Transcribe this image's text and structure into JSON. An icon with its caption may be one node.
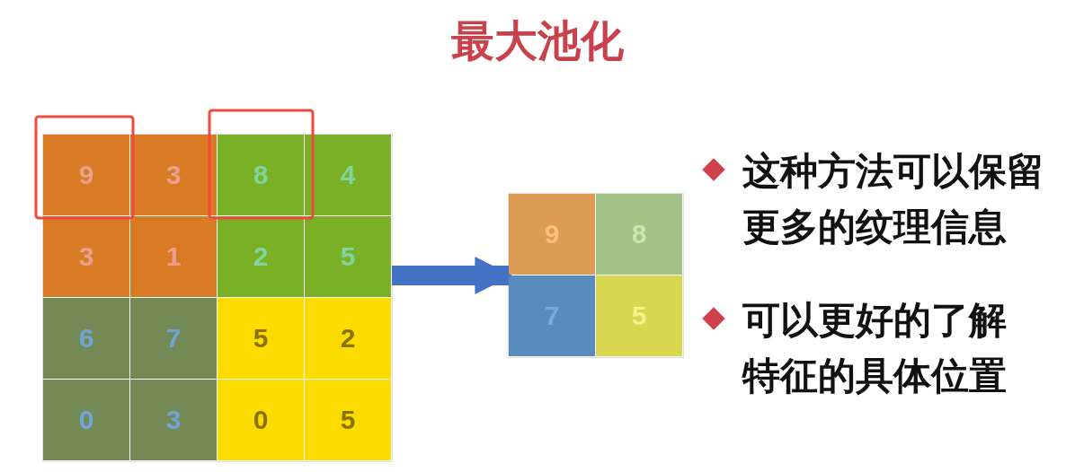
{
  "diagram": {
    "title": "最大池化",
    "nodes": [
      {
        "text": [],
        "shape": "box"
      },
      {
        "text": [
          "9"
        ],
        "in": 0
      },
      {
        "text": [
          "3"
        ],
        "in": 0
      },
      {
        "text": [
          "8"
        ],
        "in": 0
      },
      {
        "text": [
          "4"
        ],
        "in": 0
      },
      {
        "text": [
          "3"
        ],
        "in": 0
      },
      {
        "text": [
          "1"
        ],
        "in": 0
      },
      {
        "text": [
          "2"
        ],
        "in": 0
      },
      {
        "text": [
          "5"
        ],
        "in": 0
      },
      {
        "text": [
          "6"
        ],
        "in": 0
      },
      {
        "text": [
          "7"
        ],
        "in": 0
      },
      {
        "text": [
          "5"
        ],
        "in": 0
      },
      {
        "text": [
          "2"
        ],
        "in": 0
      },
      {
        "text": [
          "0"
        ],
        "in": 0
      },
      {
        "text": [
          "3"
        ],
        "in": 0
      },
      {
        "text": [
          "0"
        ],
        "in": 0
      },
      {
        "text": [
          "5"
        ],
        "in": 0
      },
      {
        "text": [],
        "shape": "box"
      },
      {
        "text": [
          "9"
        ],
        "in": 17
      },
      {
        "text": [
          "8"
        ],
        "in": 17
      },
      {
        "text": [
          "7"
        ],
        "in": 17
      },
      {
        "text": [
          "5"
        ],
        "in": 17
      }
    ],
    "edges": [
      {
        "from": 0,
        "to": 17,
        "arrow": "to"
      }
    ],
    "labels": [
      "这种方法可以保留更多的纹理信息",
      "可以更好的了解特征的具体位置"
    ]
  }
}
